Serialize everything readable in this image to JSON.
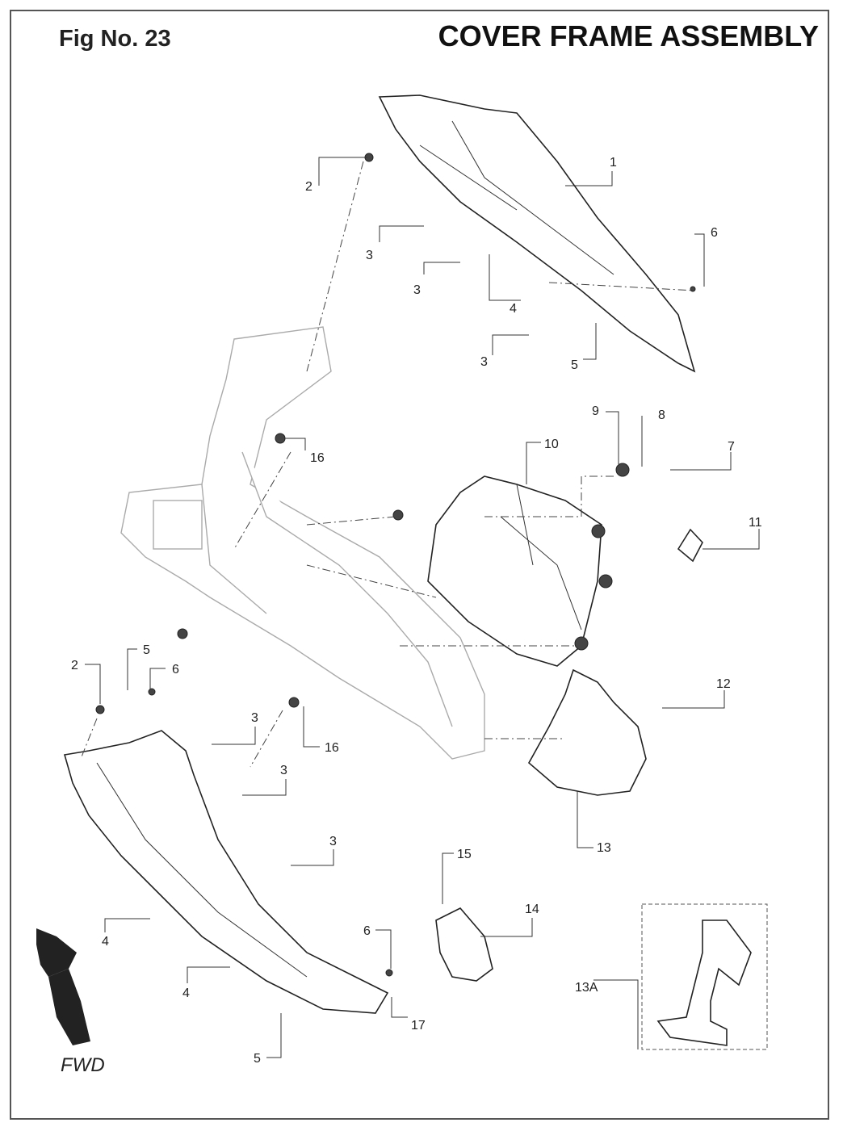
{
  "header": {
    "fig_no": "Fig No. 23",
    "title": "COVER FRAME ASSEMBLY"
  },
  "callouts": [
    "1",
    "2",
    "3",
    "3",
    "4",
    "3",
    "5",
    "6",
    "9",
    "8",
    "7",
    "10",
    "16",
    "11",
    "12",
    "2",
    "5",
    "6",
    "3",
    "16",
    "3",
    "3",
    "13",
    "15",
    "14",
    "4",
    "6",
    "4",
    "17",
    "13A",
    "5"
  ],
  "direction": {
    "label": "FWD"
  }
}
